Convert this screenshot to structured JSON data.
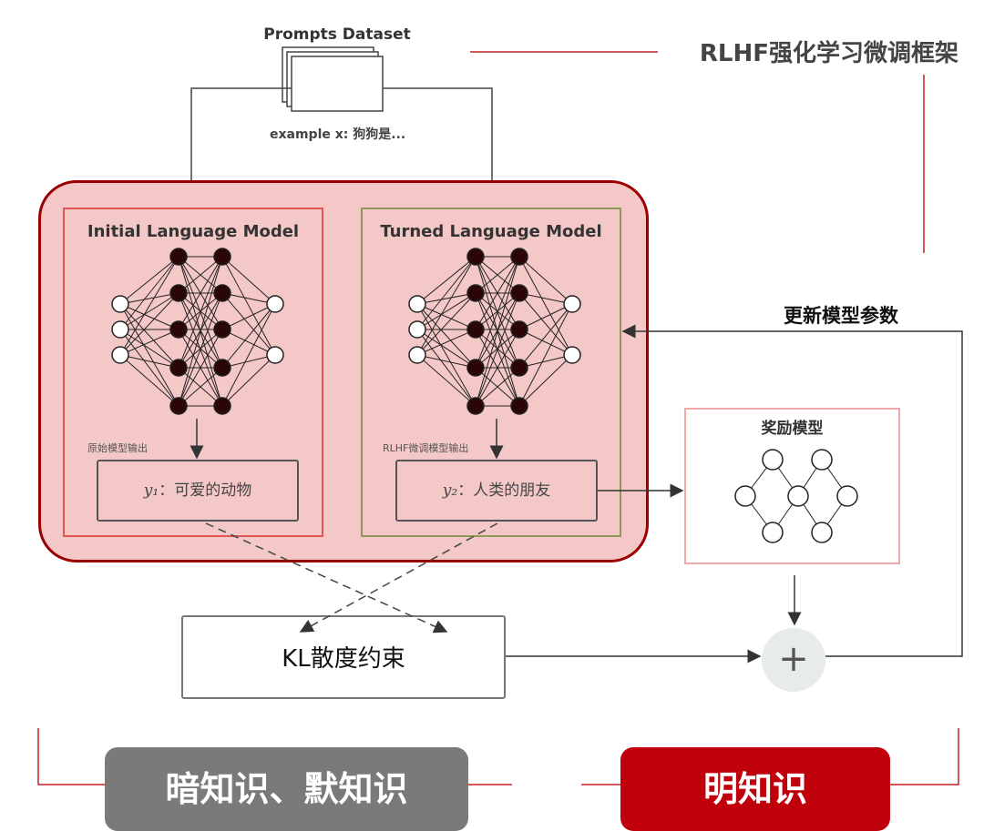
{
  "header": {
    "title": "RLHF强化学习微调框架"
  },
  "prompts": {
    "title": "Prompts  Dataset",
    "example": "example x:  狗狗是..."
  },
  "initial_model": {
    "title": "Initial Language Model",
    "output_label": "原始模型输出",
    "output_var": "y₁",
    "output_text": "：可爱的动物"
  },
  "turned_model": {
    "title": "Turned Language Model",
    "output_label": "RLHF微调模型输出",
    "output_var": "y₂",
    "output_text": "：人类的朋友"
  },
  "reward_model": {
    "title": "奖励模型"
  },
  "update": {
    "label": "更新模型参数"
  },
  "kl": {
    "label": "KL散度约束"
  },
  "sum": {
    "symbol": "+"
  },
  "bottom": {
    "left_label": "暗知识、默知识",
    "right_label": "明知识"
  },
  "colors": {
    "accent_red": "#c0000b",
    "dark_red_border": "#9b0000",
    "pink_fill": "#f5c8c8",
    "gray_button": "#7a7a7a"
  }
}
